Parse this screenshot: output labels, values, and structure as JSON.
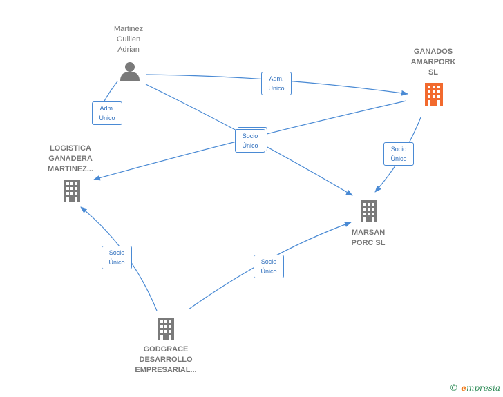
{
  "colors": {
    "edge": "#4a8ad4",
    "company": "#7a7a7a",
    "focus_company": "#f26a2e",
    "person": "#7a7a7a"
  },
  "nodes": {
    "martinez": {
      "label": "Martinez\nGuillen\nAdrian",
      "icon": "person-icon"
    },
    "ganados": {
      "label": "GANADOS\nAMARPORK\nSL",
      "icon": "building-icon"
    },
    "logistica": {
      "label": "LOGISTICA\nGANADERA\nMARTINEZ...",
      "icon": "building-icon"
    },
    "marsan": {
      "label": "MARSAN\nPORC  SL",
      "icon": "building-icon"
    },
    "godgrace": {
      "label": "GODGRACE\nDESARROLLO\nEMPRESARIAL...",
      "icon": "building-icon"
    }
  },
  "edges": {
    "martinez_ganados": {
      "label": "Adm.\nUnico"
    },
    "martinez_logistica": {
      "label": "Adm.\nUnico"
    },
    "socio_center": {
      "label": "Socio\nÚnico"
    },
    "ganados_marsan": {
      "label": "Socio\nÚnico"
    },
    "godgrace_logistica": {
      "label": "Socio\nÚnico"
    },
    "godgrace_marsan": {
      "label": "Socio\nÚnico"
    }
  },
  "brand": {
    "copyright": "©",
    "name_initial": "e",
    "name_rest": "mpresia"
  }
}
